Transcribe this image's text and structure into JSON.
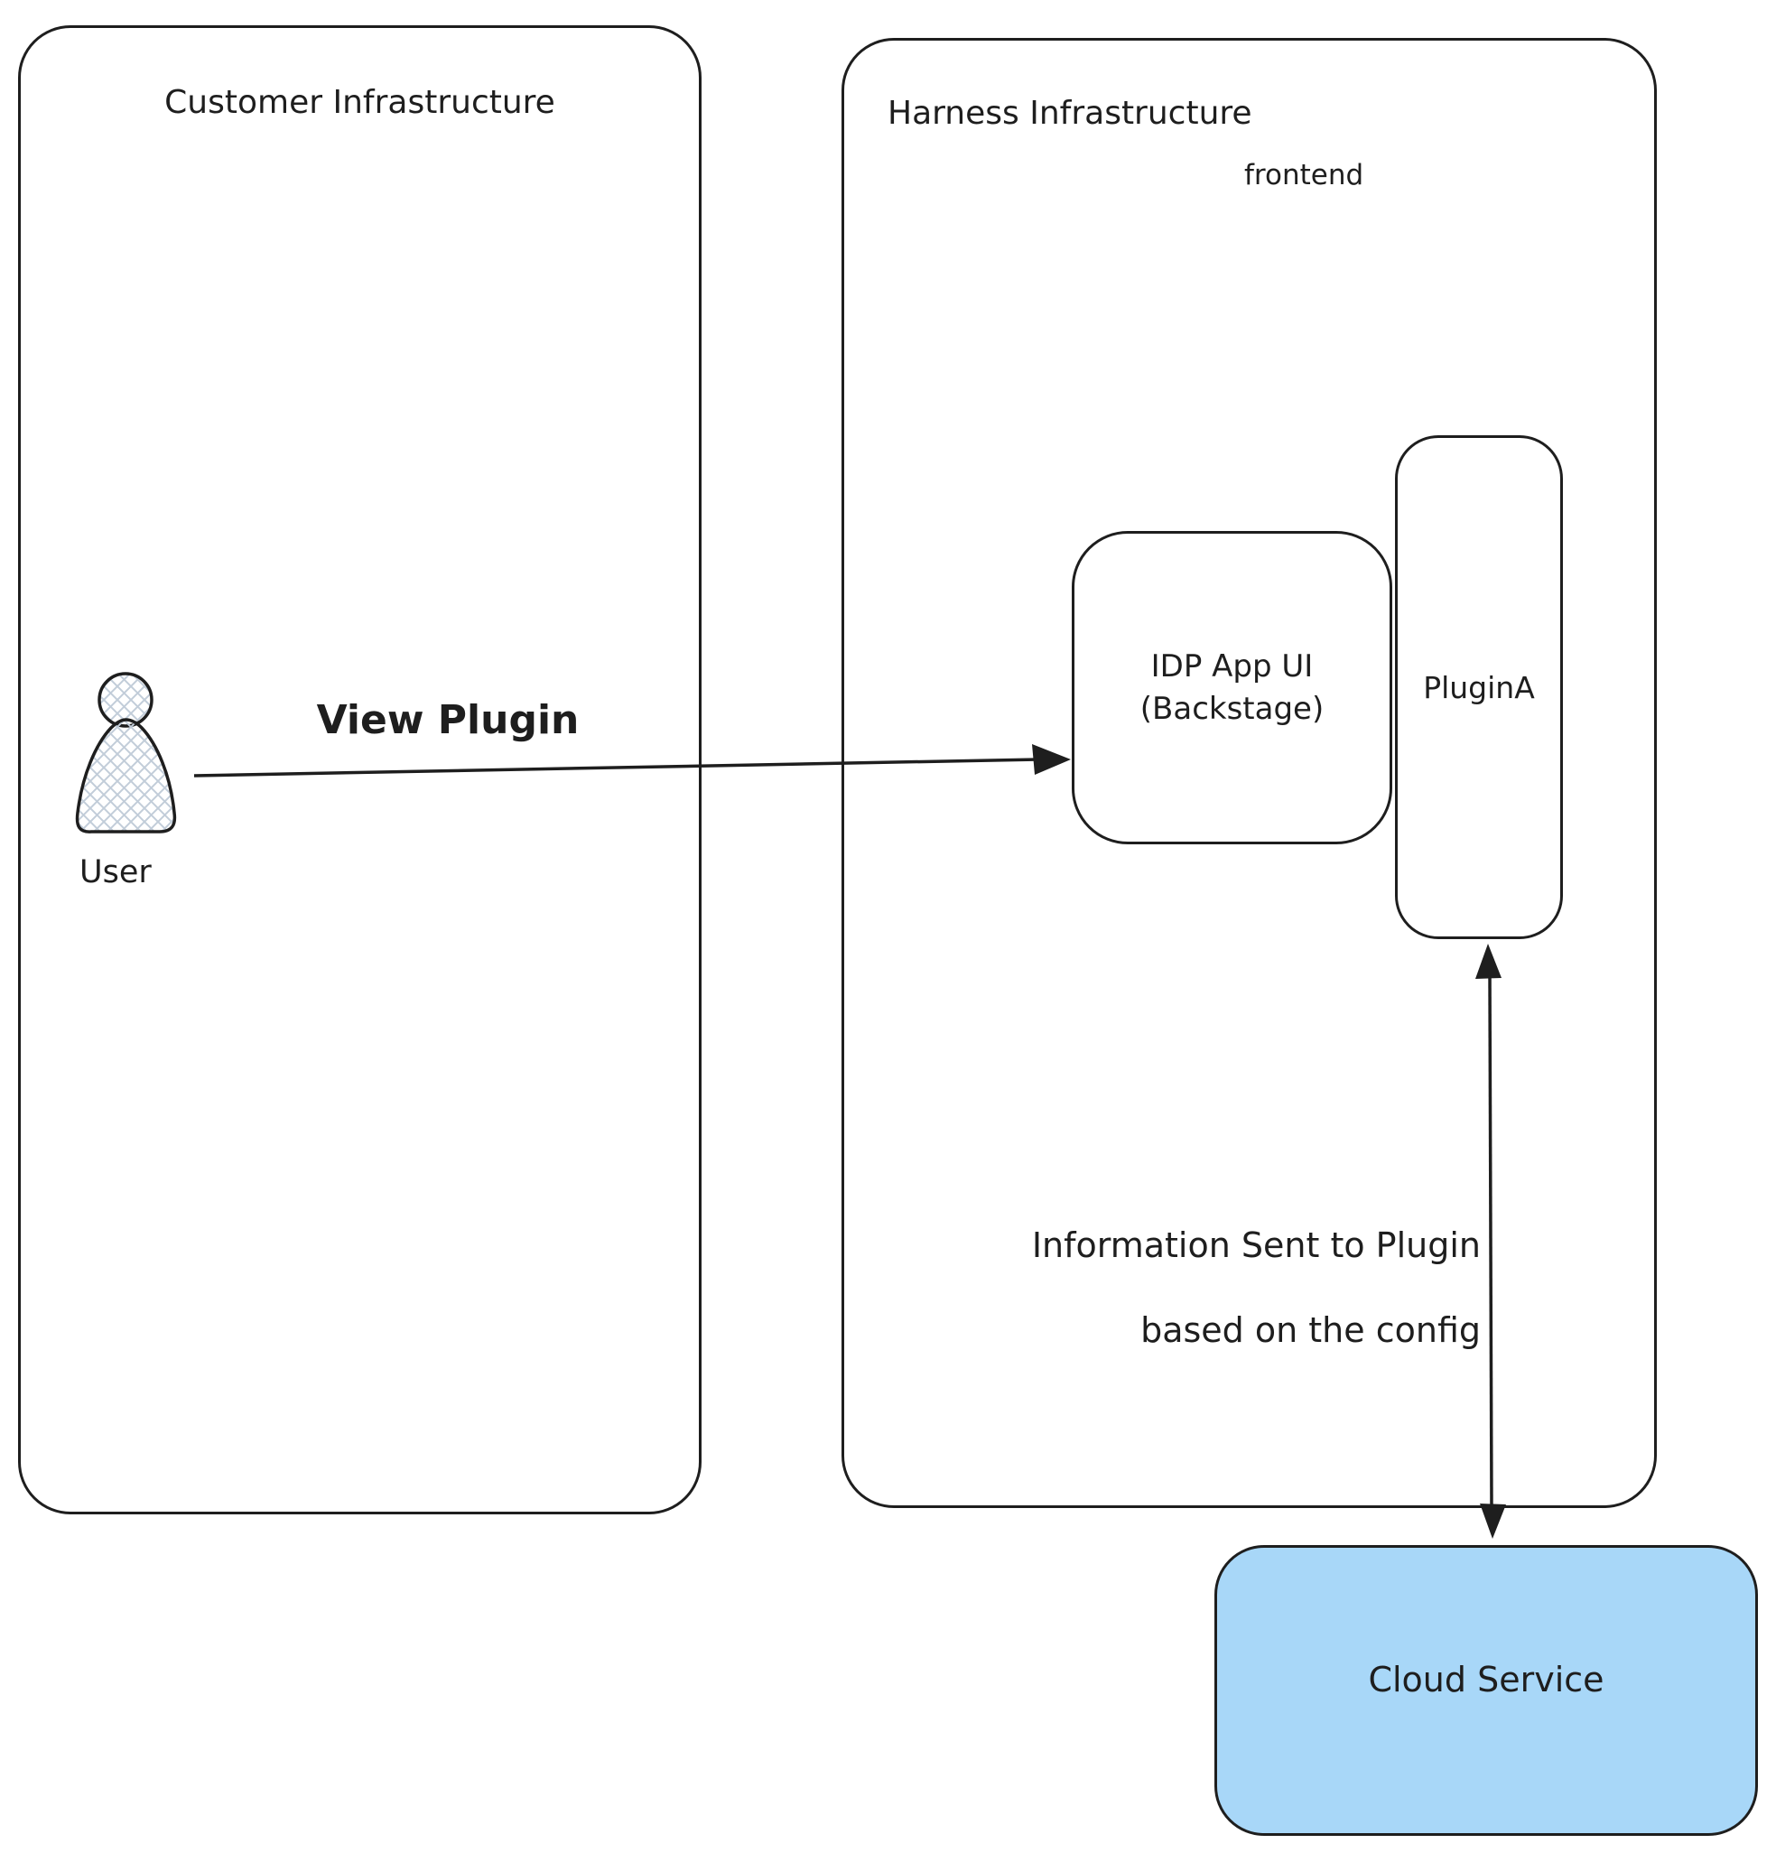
{
  "diagram": {
    "customer_box": {
      "title": "Customer Infrastructure"
    },
    "harness_box": {
      "title": "Harness Infrastructure",
      "sublabel": "frontend"
    },
    "user": {
      "label": "User"
    },
    "idp_box": {
      "label_line1": "IDP App UI",
      "label_line2": "(Backstage)"
    },
    "plugin_box": {
      "label": "PluginA"
    },
    "cloud_box": {
      "label": "Cloud Service"
    },
    "arrows": {
      "view_plugin": {
        "label": "View Plugin"
      },
      "info": {
        "label_line1": "Information Sent to Plugin",
        "label_line2": "based on the config"
      }
    },
    "colors": {
      "stroke": "#1e1e1e",
      "cloud_fill": "#a8d7f8",
      "user_hatch": "#c2cdd9",
      "background": "#ffffff"
    }
  }
}
